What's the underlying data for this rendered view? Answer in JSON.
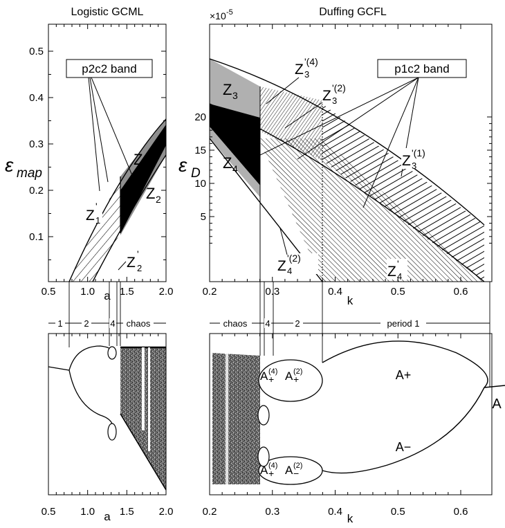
{
  "titles": {
    "left": "Logistic GCML",
    "right": "Duffing GCFL"
  },
  "top_left": {
    "ylabel": "ε",
    "ylabel_sub": "map",
    "xlabel": "a",
    "xticks": [
      "0.5",
      "1.0",
      "1.5",
      "2.0"
    ],
    "yticks": [
      "0.1",
      "0.2",
      "0.3",
      "0.4",
      "0.5"
    ],
    "band_label": "p2c2 band",
    "region_labels": {
      "z1": "Z",
      "z1_sub": "1",
      "z2": "Z",
      "z2_sub": "2",
      "z1p": "Z",
      "z1p_sub": "1",
      "z1p_sup": "'",
      "z2p": "Z",
      "z2p_sub": "2",
      "z2p_sup": "'"
    }
  },
  "top_right": {
    "ylabel": "ε",
    "ylabel_sub": "D",
    "xlabel": "k",
    "scale_label": "×10",
    "scale_exp": "-5",
    "xticks": [
      "0.2",
      "0.3",
      "0.4",
      "0.5",
      "0.6"
    ],
    "yticks": [
      "5",
      "10",
      "15",
      "20"
    ],
    "band_label": "p1c2 band",
    "region_labels": {
      "z3": "Z",
      "z3_sub": "3",
      "z4": "Z",
      "z4_sub": "4",
      "z3p4": "Z",
      "z3p4_sub": "3",
      "z3p4_sup": "'(4)",
      "z3p2": "Z",
      "z3p2_sub": "3",
      "z3p2_sup": "'(2)",
      "z3p1": "Z",
      "z3p1_sub": "3",
      "z3p1_sup": "'(1)",
      "z4p2": "Z",
      "z4p2_sub": "4",
      "z4p2_sup": "'(2)",
      "z4p": "Z",
      "z4p_sub": "4",
      "z4p_sup": "'"
    }
  },
  "bottom_left": {
    "xlabel": "a",
    "xticks": [
      "0.5",
      "1.0",
      "1.5",
      "2.0"
    ],
    "period_labels": [
      "1",
      "2",
      "4",
      "chaos"
    ]
  },
  "bottom_right": {
    "xlabel": "k",
    "xticks": [
      "0.2",
      "0.3",
      "0.4",
      "0.5",
      "0.6"
    ],
    "period_labels": [
      "chaos",
      "4",
      "2",
      "period 1"
    ],
    "attractor_labels": {
      "a_plus_4": "A",
      "a_plus_4_sign": "+",
      "a_plus_4_sup": "(4)",
      "a_plus_2": "A",
      "a_plus_2_sign": "+",
      "a_plus_2_sup": "(2)",
      "a_minus_4": "A",
      "a_minus_4_sign": "+",
      "a_minus_4_sup": "(4)",
      "a_minus_2": "A",
      "a_minus_2_sign": "−",
      "a_minus_2_sup": "(2)",
      "a_plus": "A+",
      "a_minus": "A−",
      "a": "A"
    }
  }
}
